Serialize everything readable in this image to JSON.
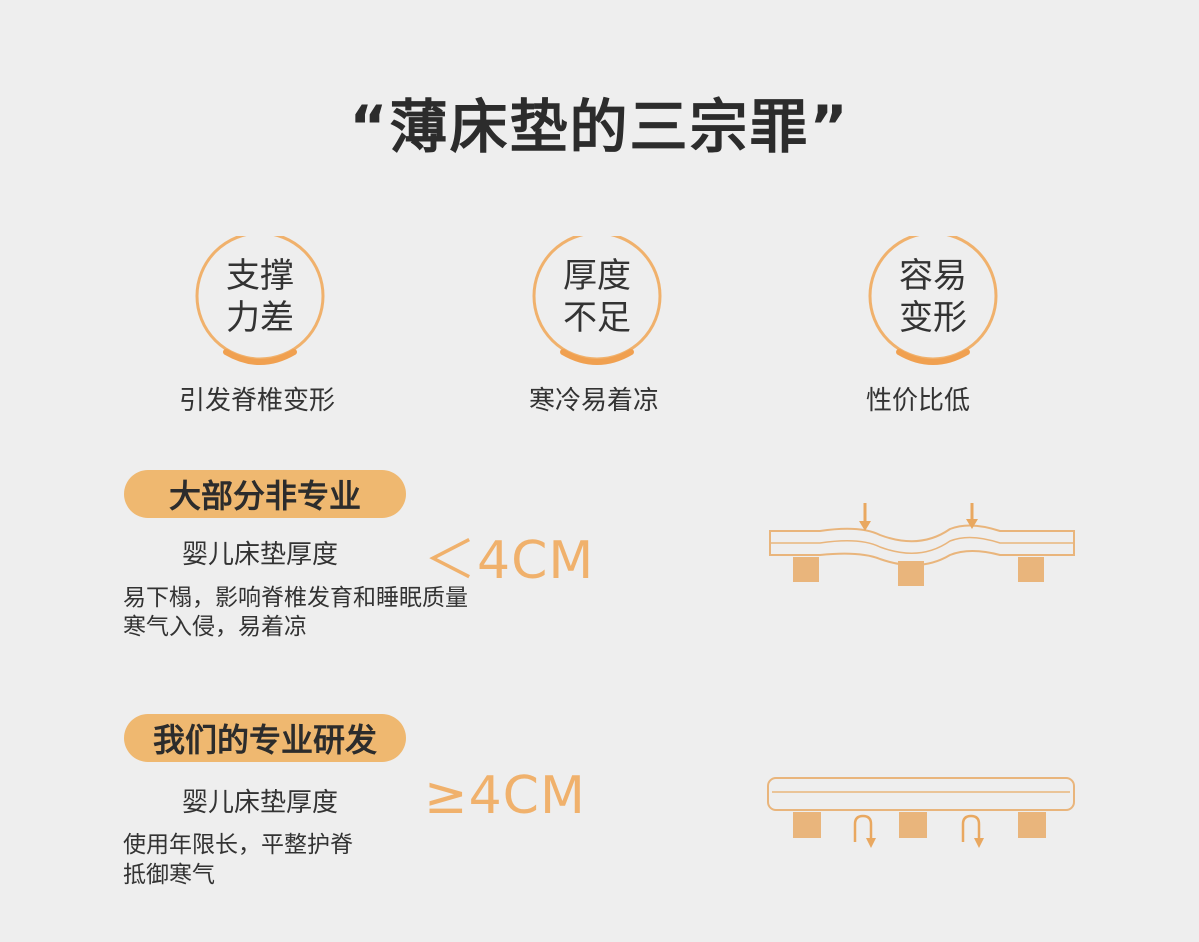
{
  "title": "“薄床垫的三宗罪”",
  "sins": [
    {
      "line1": "支撑",
      "line2": "力差",
      "caption": "引发脊椎变形"
    },
    {
      "line1": "厚度",
      "line2": "不足",
      "caption": "寒冷易着凉"
    },
    {
      "line1": "容易",
      "line2": "变形",
      "caption": "性价比低"
    }
  ],
  "comparison": [
    {
      "badge": "大部分非专业",
      "label": "婴儿床垫厚度",
      "value": "＜4CM",
      "desc1": "易下榻，影响脊椎发育和睡眠质量",
      "desc2": "寒气入侵，易着凉"
    },
    {
      "badge": "我们的专业研发",
      "label": "婴儿床垫厚度",
      "value": "≥4CM",
      "desc1": "使用年限长，平整护脊",
      "desc2": "抵御寒气"
    }
  ],
  "colors": {
    "accent": "#efb870",
    "text": "#333333",
    "background": "#eeeeee",
    "block": "#e9b57c"
  }
}
